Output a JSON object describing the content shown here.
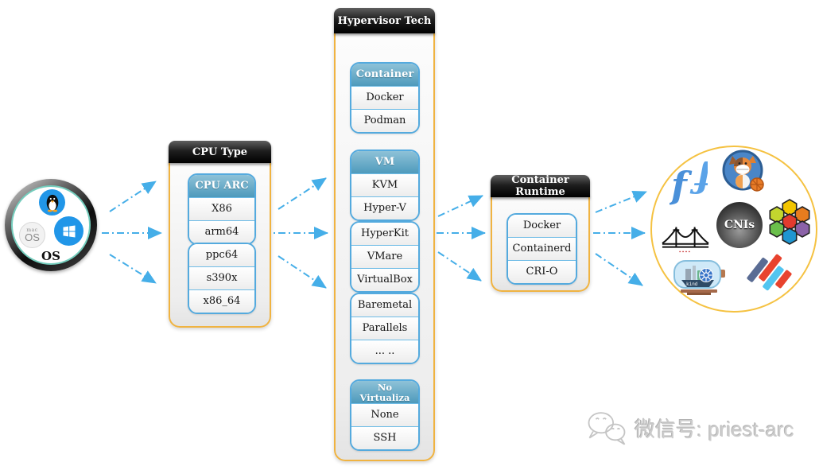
{
  "os_node": {
    "label": "OS",
    "mac_label_top": "mac",
    "mac_label": "OS",
    "icons": [
      "linux-tux-icon",
      "macos-icon",
      "windows-icon"
    ]
  },
  "cpu_panel": {
    "title": "CPU Type",
    "group1_header": "CPU ARC",
    "group1_items": [
      "X86",
      "arm64"
    ],
    "group2_items": [
      "ppc64",
      "s390x",
      "x86_64"
    ]
  },
  "hypervisor_panel": {
    "title": "Hypervisor Tech",
    "container_header": "Container",
    "container_items": [
      "Docker",
      "Podman"
    ],
    "vm_header": "VM",
    "vm_items": [
      "KVM",
      "Hyper-V"
    ],
    "vm2_items": [
      "HyperKit",
      "VMare",
      "VirtualBox"
    ],
    "vm3_items": [
      "Baremetal",
      "Parallels",
      "... .."
    ],
    "novirt_header_line1": "No",
    "novirt_header_line2": "Virtualiza",
    "novirt_items": [
      "None",
      "SSH"
    ]
  },
  "runtime_panel": {
    "title": "Container Runtime",
    "items": [
      "Docker",
      "Containerd",
      "CRI-O"
    ]
  },
  "cni_node": {
    "label": "CNIs",
    "logos": [
      "flannel-logo",
      "calico-logo",
      "cilium-logo",
      "bridge-logo",
      "kind-logo",
      "kube-router-logo"
    ]
  },
  "watermark": {
    "text": "微信号: priest-arc",
    "icon": "wechat-icon"
  },
  "colors": {
    "arrow_blue": "#45aee8",
    "panel_gold_border": "#f0b341",
    "group_blue_border": "#54aade",
    "subheader_blue": "#4e9abc",
    "header_black": "#000000",
    "cni_circle_border": "#f5c242"
  }
}
